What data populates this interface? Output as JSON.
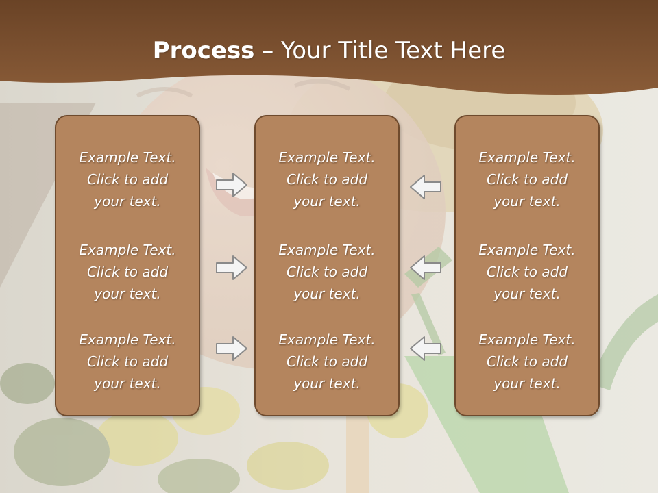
{
  "slide": {
    "title_bold": "Process",
    "title_rest": " – Your Title Text Here"
  },
  "columns": [
    {
      "items": [
        {
          "line1": "Example Text.",
          "line2": "Click  to add",
          "line3": "your text."
        },
        {
          "line1": "Example Text.",
          "line2": "Click  to add",
          "line3": "your text."
        },
        {
          "line1": "Example Text.",
          "line2": "Click  to add",
          "line3": "your text."
        }
      ]
    },
    {
      "items": [
        {
          "line1": "Example Text.",
          "line2": "Click  to add",
          "line3": "your text."
        },
        {
          "line1": "Example Text.",
          "line2": "Click  to add",
          "line3": "your text."
        },
        {
          "line1": "Example Text.",
          "line2": "Click  to add",
          "line3": "your text."
        }
      ]
    },
    {
      "items": [
        {
          "line1": "Example Text.",
          "line2": "Click  to add",
          "line3": "your text."
        },
        {
          "line1": "Example Text.",
          "line2": "Click  to add",
          "line3": "your text."
        },
        {
          "line1": "Example Text.",
          "line2": "Click  to add",
          "line3": "your text."
        }
      ]
    }
  ],
  "arrows": {
    "left_group": "right-arrow-icon",
    "right_group": "left-arrow-icon"
  },
  "colors": {
    "header": "#7a5232",
    "panel_fill": "#b4855e",
    "panel_border": "#6e4a2d",
    "text": "#ffffff"
  }
}
